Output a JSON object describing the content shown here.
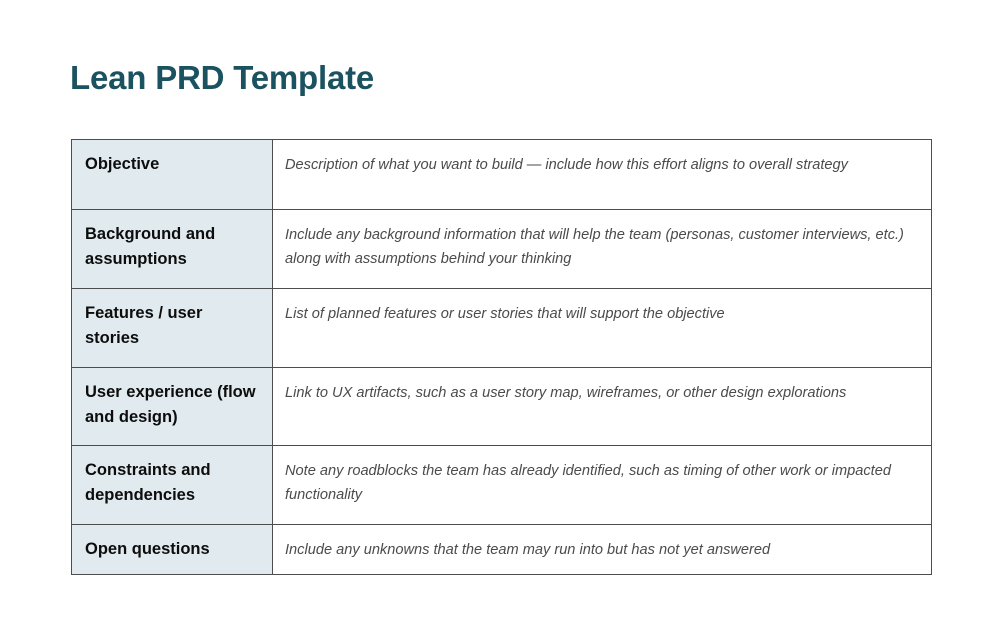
{
  "title": "Lean PRD Template",
  "theme": {
    "title_color": "#1a5260",
    "label_cell_background": "#e1eaee",
    "label_text_color": "#0d0d0d",
    "description_text_color": "#4b4b4b",
    "border_color": "#4d4d4d",
    "page_background": "#ffffff"
  },
  "table": {
    "rows": [
      {
        "label": "Objective",
        "description": "Description of what you want to build — include how this effort aligns to overall strategy"
      },
      {
        "label": "Background and assumptions",
        "description": "Include any background information that will help the team (personas, customer interviews, etc.) along with assumptions behind your thinking"
      },
      {
        "label": "Features / user stories",
        "description": "List of planned features or user stories that will support the objective"
      },
      {
        "label": "User experience (flow and design)",
        "description": "Link to UX artifacts, such as a user story map, wireframes, or other design explorations"
      },
      {
        "label": "Constraints and dependencies",
        "description": "Note any roadblocks the team has already identified, such as timing of other work or impacted functionality"
      },
      {
        "label": "Open questions",
        "description": "Include any unknowns that the team may run into but has not yet answered"
      }
    ]
  }
}
